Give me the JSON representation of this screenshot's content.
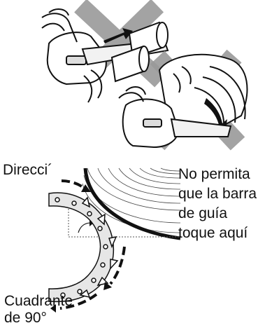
{
  "labels": {
    "direction": "Direcci´",
    "warning_lines": [
      "No permita",
      "que la barra",
      "de guía",
      "toque aquí"
    ],
    "quadrant_lines": [
      "Cuadrante",
      "de 90°"
    ]
  },
  "colors": {
    "ink": "#111111",
    "prohibited_x": "#9a9a9a",
    "chain_fill": "#d9d9d9",
    "arrow": "#111111"
  },
  "icons": {
    "top_illustration": "chainsaw-log-prohibited-icon",
    "bottom_illustration": "chain-quadrant-diagram-icon"
  }
}
